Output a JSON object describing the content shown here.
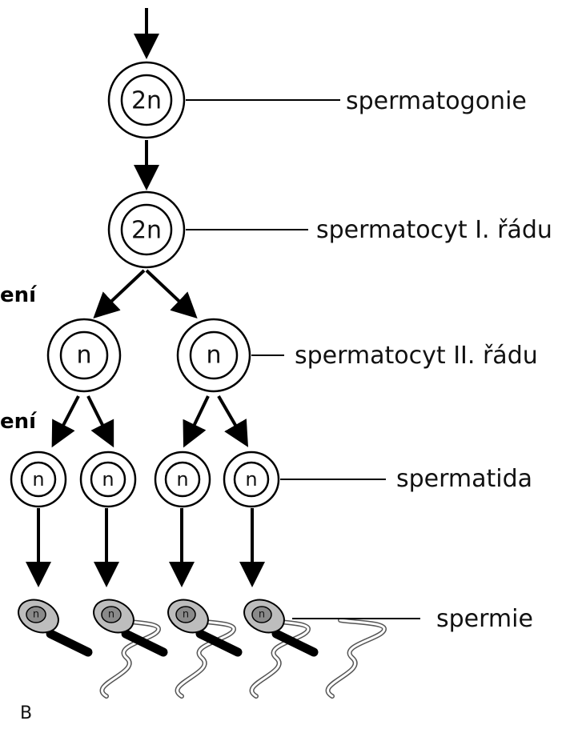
{
  "labels": {
    "spermatogonie": "spermatogonie",
    "spermatocyt1": "spermatocyt I. řádu",
    "spermatocyt2": "spermatocyt II. řádu",
    "spermatida": "spermatida",
    "spermie": "spermie"
  },
  "cells": {
    "spermatogonium": "2n",
    "spermatocyte1": "2n",
    "spermatocyte2": "n",
    "spermatid": "n",
    "sperm_head": "n"
  },
  "fragments": {
    "first_division": "ení",
    "second_division": "ení"
  },
  "panel_letter": "B",
  "colors": {
    "ink": "#000000",
    "sperm_head": "#b8b8b8",
    "sperm_nucleus": "#8a8a8a",
    "midpiece": "#000000"
  }
}
